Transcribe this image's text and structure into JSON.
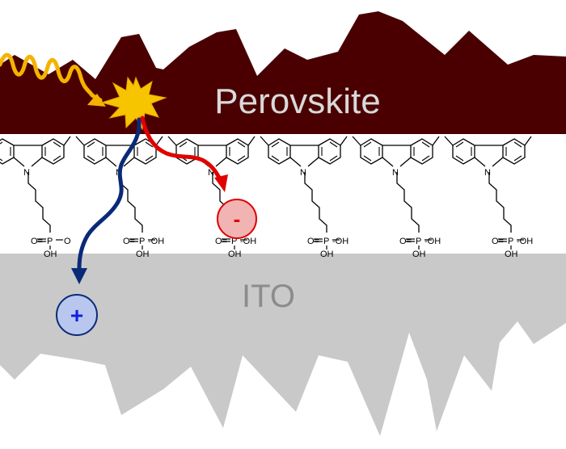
{
  "labels": {
    "perovskite": "Perovskite",
    "ito": "ITO"
  },
  "charges": {
    "electron": "-",
    "hole": "+"
  },
  "molecule": {
    "nitrogen": "N",
    "phosphorus": "P",
    "oxygen": "O",
    "hydroxyl": "OH",
    "phosphonate_left": "O=",
    "phosphonate_right": "-OH",
    "count": 6
  },
  "colors": {
    "perovskite": "#4a0000",
    "ito": "#c9c9c9",
    "photon": "#f5b300",
    "electron_arrow": "#e00000",
    "hole_arrow": "#0a2a78",
    "electron_fill": "#f2b3b3",
    "hole_fill": "#b9c6ee",
    "perovskite_text": "#d9d9d9",
    "ito_text": "#8c8c8c"
  }
}
